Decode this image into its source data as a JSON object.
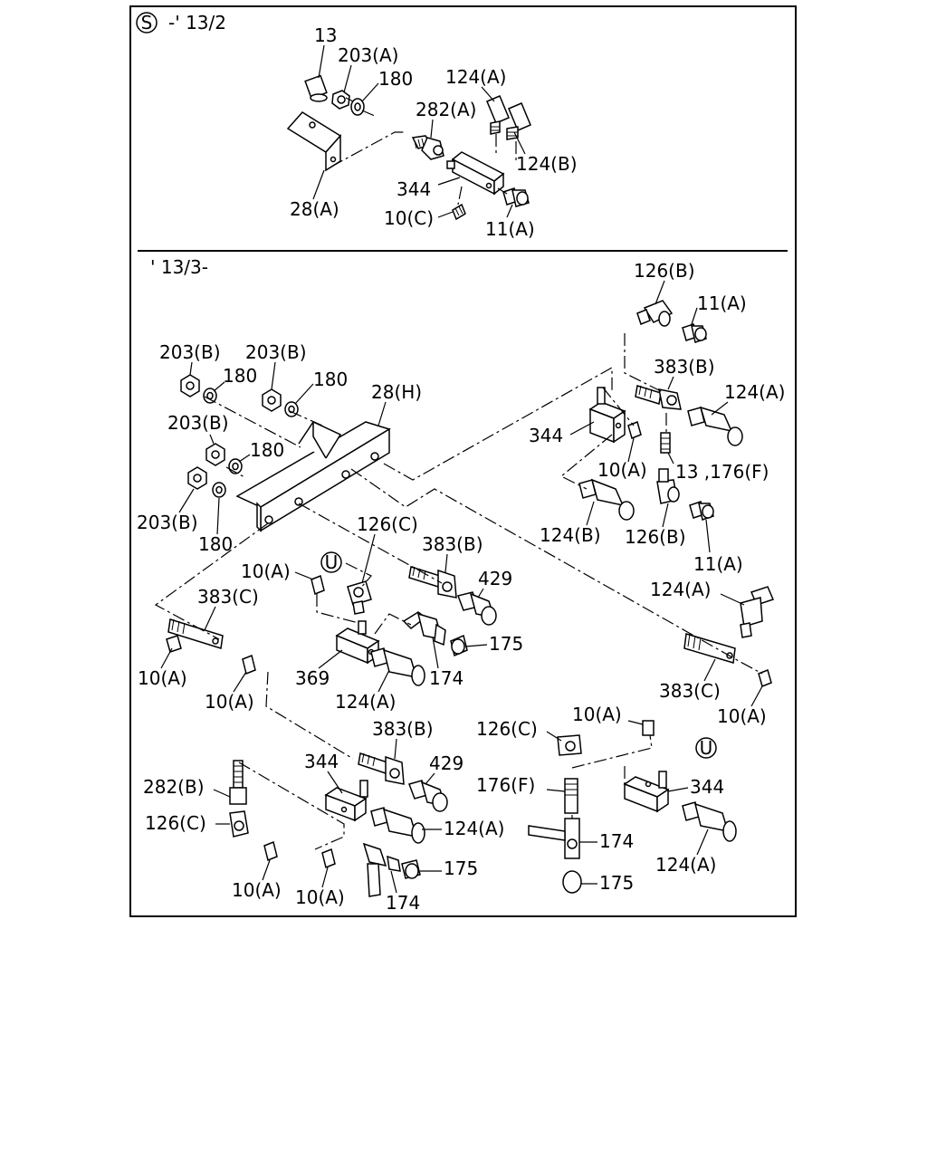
{
  "top_section": {
    "badge_letter": "S",
    "range": "-' 13/2"
  },
  "bottom_section": {
    "range": "' 13/3-"
  },
  "callout_markers": [
    {
      "letter": "U"
    },
    {
      "letter": "U"
    }
  ],
  "labels": [
    "13",
    "203(A)",
    "180",
    "124(A)",
    "282(A)",
    "124(B)",
    "344",
    "28(A)",
    "10(C)",
    "11(A)",
    "126(B)",
    "11(A)",
    "383(B)",
    "124(A)",
    "344",
    "10(A)",
    "13 ,176(F)",
    "124(B)",
    "126(B)",
    "11(A)",
    "203(B)",
    "203(B)",
    "180",
    "180",
    "28(H)",
    "203(B)",
    "180",
    "203(B)",
    "180",
    "126(C)",
    "383(B)",
    "429",
    "10(A)",
    "383(C)",
    "175",
    "10(A)",
    "10(A)",
    "369",
    "174",
    "124(A)",
    "124(A)",
    "383(C)",
    "10(A)",
    "383(B)",
    "344",
    "429",
    "282(B)",
    "126(C)",
    "124(A)",
    "10(A)",
    "10(A)",
    "175",
    "174",
    "126(C)",
    "10(A)",
    "176(F)",
    "344",
    "174",
    "124(A)",
    "175"
  ]
}
